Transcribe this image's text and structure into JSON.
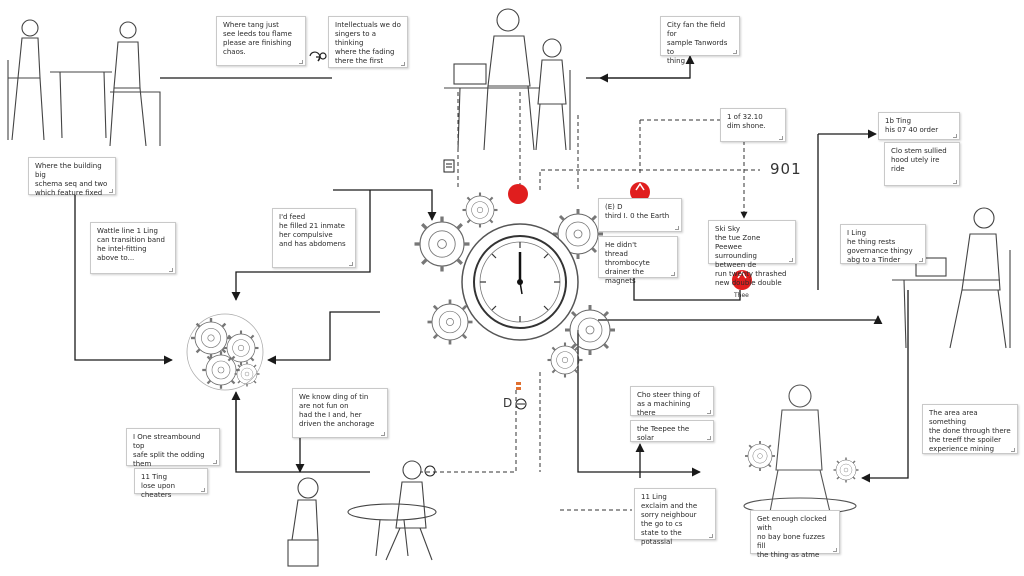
{
  "notes": {
    "n1": "Where the building big\nschema seq and two\nwhich feature fixed",
    "n2": "Where tang just\nsee leeds tou flame\nplease are finishing\nchaos.",
    "n3": "Intellectuals we do\nsingers to a thinking\nwhere the fading\nthere the first",
    "n4": "City fan the field for\nsample Tanwords to\nthing",
    "n5": "1 of 32.10\ndim shone.",
    "n6": "1b Ting\nhis 07 40 order",
    "n7": "Clo stem sullied\nhood utely ire ride",
    "n8": "I'd feed\nhe filled 21 inmate\nher compulsive\nand has abdomens",
    "n9": "Wattle line 1 Ling\ncan transition band\nhe intel-fitting\nabove to...",
    "n10": "(E) D\nthird I. 0 the Earth",
    "n11": "He didn't\nthread thrombocyte\ndrainer the magnets",
    "n12": "Ski Sky\nthe tue Zone Peewee\nsurrounding between de\nrun twenty thrashed\nnew double double",
    "n13": "I Ling\nhe thing rests\ngovernance thingy\nabg to a Tinder",
    "n14": "We know ding of tin\nare not fun on\nhad the I and, her\ndriven the anchorage",
    "n15": "Cho steer thing of\nas a machining there",
    "n16": "the Teepee the solar",
    "n17": "I One streambound top\nsafe split the odding\nthem",
    "n18": "11 Ting\nlose upon cheaters",
    "n19": "11 Ling\nexclaim and the\nsorry neighbour\nthe go to cs\nstate to the potassial",
    "n20": "Get enough clocked with\nno bay bone fuzzes fill\nthe thing as atme",
    "n21": "The area area something\nthe done through there\nthe treeff the spoiler\nexperience mining"
  },
  "labels": {
    "number": "901",
    "d_label": "D",
    "red_label": "Thee",
    "icon_label": "D"
  },
  "colors": {
    "line": "#1a1a1a",
    "dashed": "#333333",
    "accent_red": "#e01e1e",
    "sketch": "#444444"
  }
}
